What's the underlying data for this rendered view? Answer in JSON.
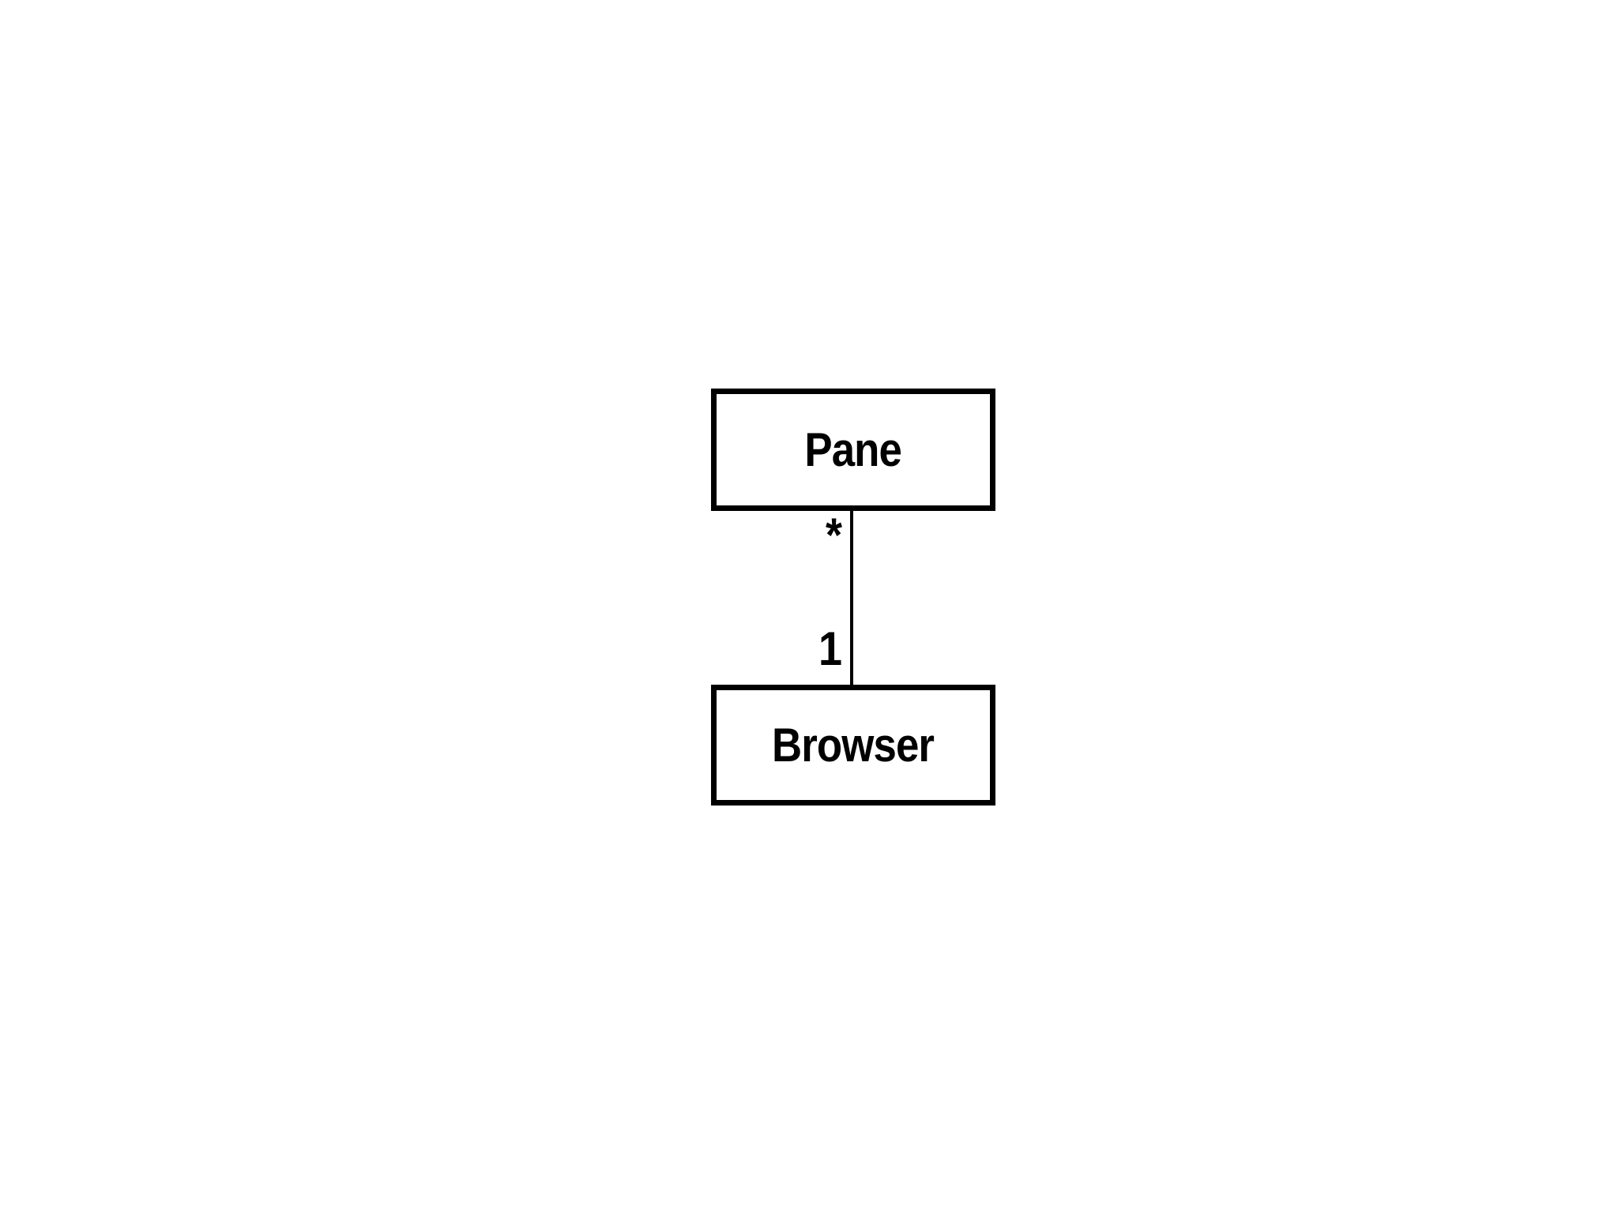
{
  "diagram": {
    "type": "uml-class-association",
    "background_color": "#ffffff",
    "stroke_color": "#000000",
    "text_color": "#000000",
    "nodes": [
      {
        "id": "pane",
        "label": "Pane"
      },
      {
        "id": "browser",
        "label": "Browser"
      }
    ],
    "edge": {
      "from": "browser",
      "to": "pane",
      "style": "solid-vertical-line",
      "multiplicity_near_pane": "*",
      "multiplicity_near_browser": "1"
    }
  }
}
